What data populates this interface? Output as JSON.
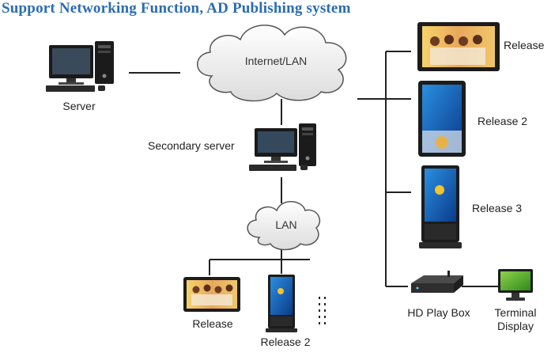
{
  "header": {
    "title": "Support Networking Function, AD Publishing system"
  },
  "nodes": {
    "server": "Server",
    "secondary_server": "Secondary server",
    "internet_lan": "Internet/LAN",
    "lan": "LAN",
    "release_top": "Release",
    "release2_right": "Release 2",
    "release3_right": "Release 3",
    "hd_play_box": "HD Play Box",
    "terminal_display_1": "Terminal",
    "terminal_display_2": "Display",
    "release_bottom": "Release",
    "release2_bottom": "Release 2"
  }
}
